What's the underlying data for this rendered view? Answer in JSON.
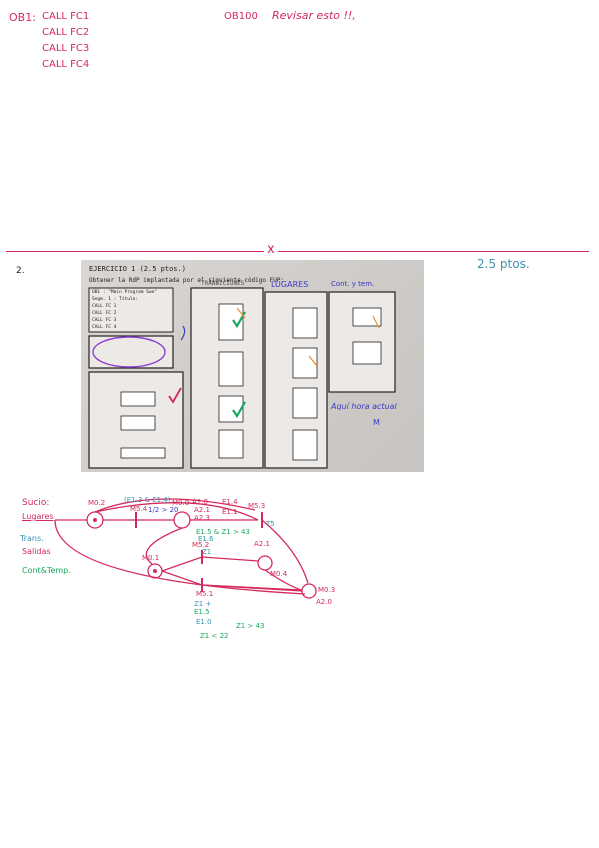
{
  "notes": {
    "ob1_label": "OB1:",
    "calls": [
      "CALL FC1",
      "CALL FC2",
      "CALL FC3",
      "CALL FC4"
    ],
    "ob100_label": "OB100",
    "ob100_note": "Revisar esto !!,"
  },
  "separator_mark": "x",
  "question": {
    "number": "2.",
    "points": "2.5 ptos."
  },
  "photo": {
    "exercise_title": "EJERCICIO 1 (2.5 ptos.)",
    "instruction": "Obtener la RdP implantada por el siguiente código FUP:",
    "headers": [
      "TRANSICIONES",
      "LUGARES",
      "Cont. y tem."
    ],
    "ob1_block": [
      "OB1 : \"Main Program Swe\"",
      "Segm. 1 : Título:",
      "CALL  FC    1",
      "CALL  FC    2",
      "CALL  FC    3",
      "CALL  FC    4"
    ],
    "annotations": [
      "Aquí hora actual",
      "M"
    ]
  },
  "petri_legend": [
    "Sucio:",
    "Lugares",
    "Trans.",
    "Salidas",
    "Cont&Temp."
  ],
  "petri_labels": {
    "places": [
      "M0.2",
      "M0.0",
      "M0.1",
      "M0.4",
      "M0.3"
    ],
    "transitions": [
      "M5.4",
      "M5.3",
      "M5.2",
      "M5.1"
    ],
    "outputs": [
      "A2.0",
      "A2.1",
      "A2.3",
      "A2.1",
      "A2.0"
    ],
    "conditions": [
      "(E1.3 & E1.4)",
      "1/2 > 20",
      "E1.4",
      "E1.1",
      "E1.5 & Z1 > 43",
      "E1.6",
      "Z1",
      "T5",
      "Z1 +",
      "E1.5",
      "E1.0",
      "Z1 > 43",
      "Z1 < 22"
    ]
  },
  "colors": {
    "pink": "#d42a5c",
    "teal": "#3a93b0",
    "green": "#1aa860",
    "blue": "#3b3bc4"
  }
}
